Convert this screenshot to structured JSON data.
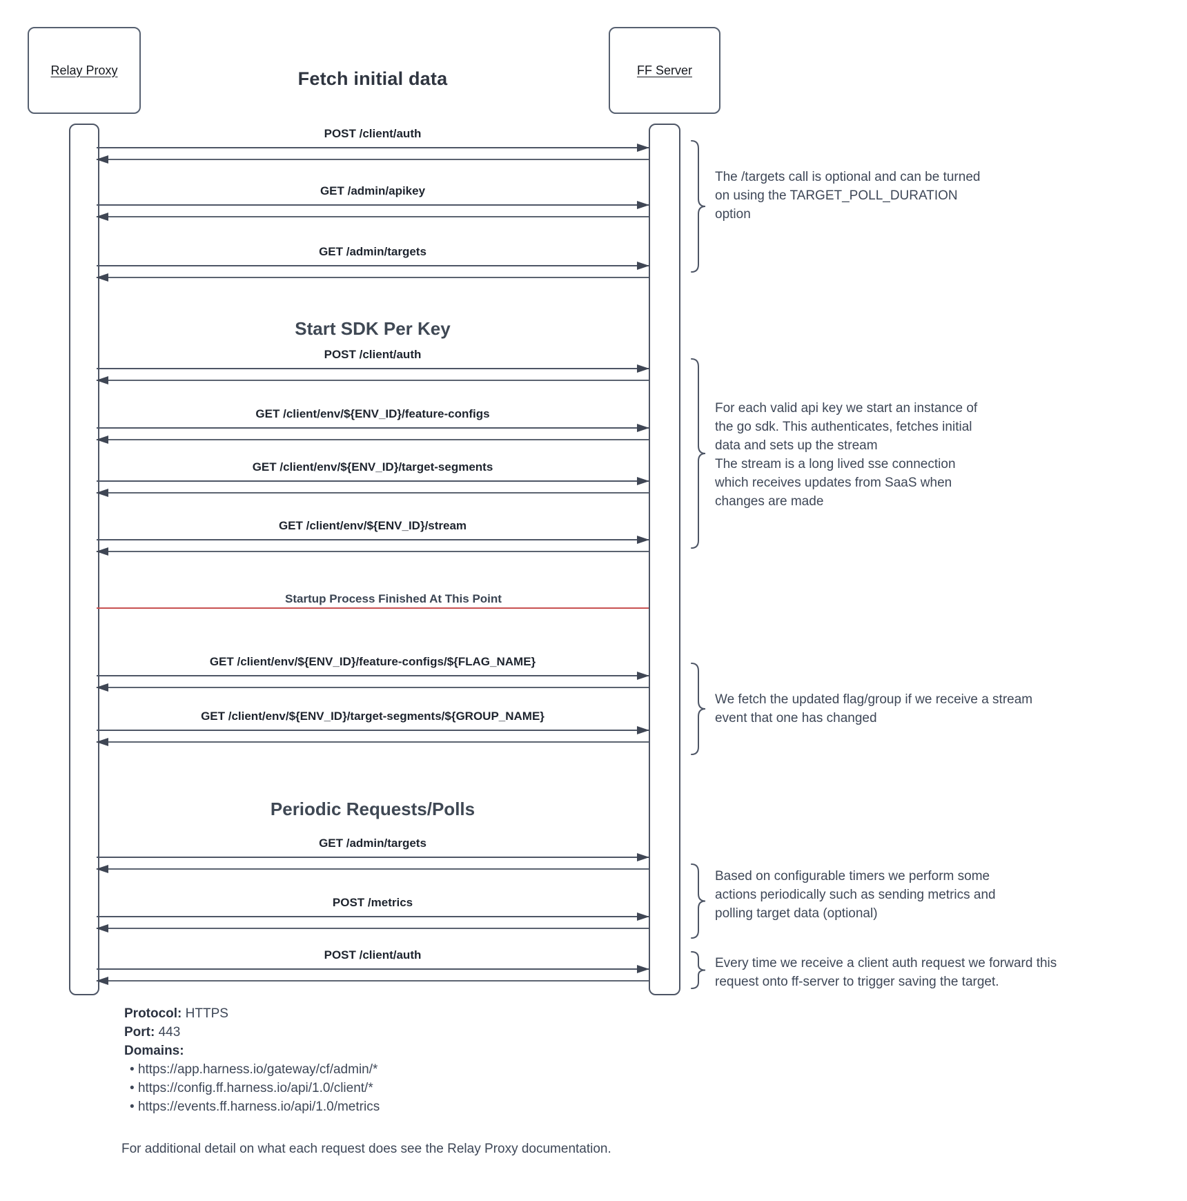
{
  "actors": {
    "left": "Relay Proxy",
    "right": "FF Server"
  },
  "titles": {
    "main": "Fetch initial data",
    "sdk_section": "Start SDK Per Key",
    "periodic_section": "Periodic Requests/Polls"
  },
  "messages": [
    {
      "label": "POST /client/auth"
    },
    {
      "label": "GET /admin/apikey"
    },
    {
      "label": "GET /admin/targets"
    },
    {
      "label": "POST /client/auth"
    },
    {
      "label": "GET /client/env/${ENV_ID}/feature-configs"
    },
    {
      "label": "GET /client/env/${ENV_ID}/target-segments"
    },
    {
      "label": "GET /client/env/${ENV_ID}/stream"
    },
    {
      "label": "GET /client/env/${ENV_ID}/feature-configs/${FLAG_NAME}"
    },
    {
      "label": "GET /client/env/${ENV_ID}/target-segments/${GROUP_NAME}"
    },
    {
      "label": "GET /admin/targets"
    },
    {
      "label": "POST /metrics"
    },
    {
      "label": "POST /client/auth"
    }
  ],
  "separator": {
    "label": "Startup Process Finished At This Point",
    "color": "#c85050"
  },
  "annotations": [
    {
      "text": "The /targets call is optional and can be turned\non using the TARGET_POLL_DURATION\noption"
    },
    {
      "text": "For each valid api key we start an instance of\nthe go sdk. This authenticates, fetches initial\ndata and sets up the stream\nThe stream is a long lived sse connection\nwhich receives updates from SaaS when\nchanges are made"
    },
    {
      "text": "We fetch the updated flag/group if we receive a stream\nevent that one has changed"
    },
    {
      "text": "Based on configurable timers we perform some\nactions periodically such as sending metrics and\npolling target data (optional)"
    },
    {
      "text": "Every time we receive a client auth request we forward this\nrequest onto ff-server to trigger saving the target."
    }
  ],
  "footer": {
    "protocol_label": "Protocol:",
    "protocol_value": "HTTPS",
    "port_label": "Port:",
    "port_value": "443",
    "domains_label": "Domains:",
    "domains": [
      "https://app.harness.io/gateway/cf/admin/*",
      "https://config.ff.harness.io/api/1.0/client/*",
      "https://events.ff.harness.io/api/1.0/metrics"
    ],
    "note": "For additional detail on what each request does see the Relay Proxy documentation."
  },
  "colors": {
    "line": "#4d5565",
    "arrowhead": "#3f4654",
    "separator_red": "#c85050",
    "text": "#3e4757",
    "label_text": "#1e242e"
  }
}
